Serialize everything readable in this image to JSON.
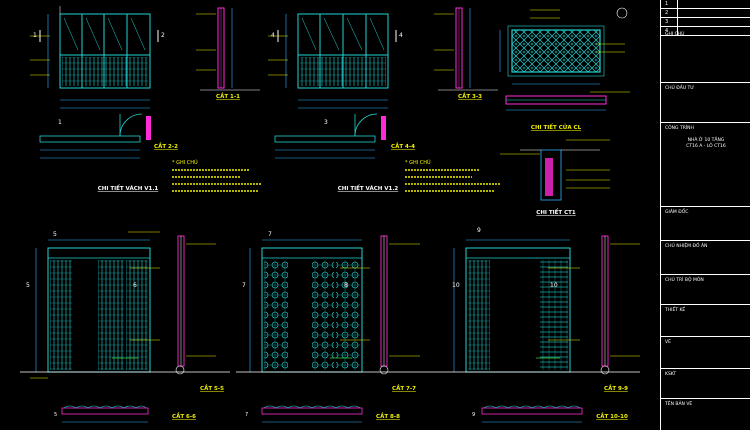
{
  "title_block": {
    "revisions": [
      "1",
      "2",
      "3",
      "4"
    ],
    "fields": [
      {
        "id": "ghi-chu",
        "label": "GHI CHÚ"
      },
      {
        "id": "chu-dau-tu",
        "label": "CHỦ ĐẦU TƯ"
      },
      {
        "id": "cong-trinh",
        "label": "CÔNG TRÌNH"
      },
      {
        "id": "giam-doc",
        "label": "GIÁM ĐỐC"
      },
      {
        "id": "chu-nhiem",
        "label": "CHỦ NHIỆM ĐỒ ÁN"
      },
      {
        "id": "chu-tri",
        "label": "CHỦ TRÌ BỘ MÔN"
      },
      {
        "id": "thiet-ke",
        "label": "THIẾT KẾ"
      },
      {
        "id": "ve",
        "label": "VẼ"
      },
      {
        "id": "kiem-tra",
        "label": "KSKT"
      },
      {
        "id": "ten-ban-ve",
        "label": "TÊN BẢN VẼ"
      }
    ],
    "project_line1": "NHÀ Ở 10 TẦNG",
    "project_line2": "CT16 A - LÔ CT16"
  },
  "drawing": {
    "section_titles": {
      "cat_1_1": "CẮT 1-1",
      "cat_3_3": "CẮT 3-3",
      "chi_tiet_cua_cl": "CHI TIẾT CỬA CL",
      "cat_2_2": "CẮT 2-2",
      "cat_4_4": "CẮT 4-4",
      "chi_tiet_vach_v1_1": "CHI TIẾT VÁCH V1.1",
      "chi_tiet_vach_v1_2": "CHI TIẾT VÁCH V1.2",
      "chi_tiet_ct1": "CHI TIẾT CT1",
      "cat_5_5": "CẮT 5-5",
      "cat_7_7": "CẮT 7-7",
      "cat_9_9": "CẮT 9-9",
      "cat_6_6": "CẮT 6-6",
      "cat_8_8": "CẮT 8-8",
      "cat_10_10": "CẮT 10-10"
    },
    "note_heading_1": "* GHI CHÚ",
    "note_heading_2": "* GHI CHÚ",
    "section_markers": {
      "m1": "1",
      "m2": "2",
      "m3": "3",
      "m4": "4",
      "m5": "5",
      "m6": "6",
      "m7": "7",
      "m8": "8",
      "m9": "9",
      "m10": "10"
    },
    "colors": {
      "background": "#000000",
      "frame": "#22d3d3",
      "dimension": "#2fb3ff",
      "annotation": "#f2f200",
      "cut": "#ff2bd6",
      "light": "#ffffff",
      "green": "#3bd13b",
      "red": "#ff3030"
    }
  }
}
